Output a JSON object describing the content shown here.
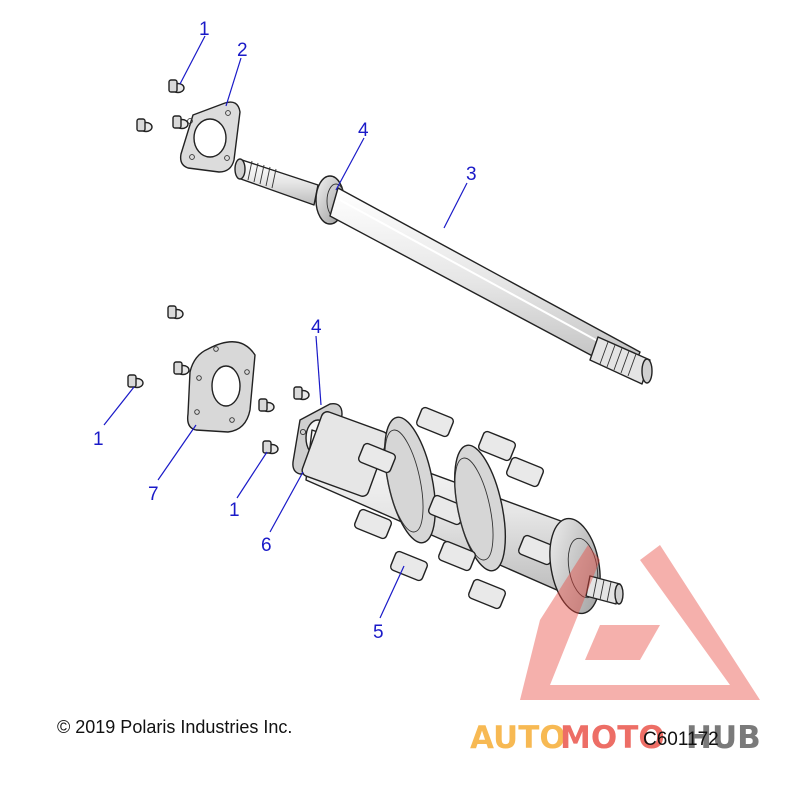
{
  "callouts": {
    "c1_top": "1",
    "c2_gasket": "2",
    "c3_shaft": "3",
    "c4_shaft_seal": "4",
    "c4_housing_seal": "4",
    "c1_left": "1",
    "c7_plate": "7",
    "c1_mid": "1",
    "c6_bearing": "6",
    "c5_sprocket": "5"
  },
  "footer": {
    "copyright": "© 2019 Polaris Industries Inc.",
    "drawing_id": "C601172"
  },
  "watermark": {
    "word_auto": "AUTO",
    "word_moto": "MOTO",
    "word_hub": "HUB"
  },
  "colors": {
    "callout": "#1a1ac8",
    "watermark_red": "#e8463c",
    "watermark_orange": "#f5a623",
    "watermark_gray": "#555555"
  }
}
